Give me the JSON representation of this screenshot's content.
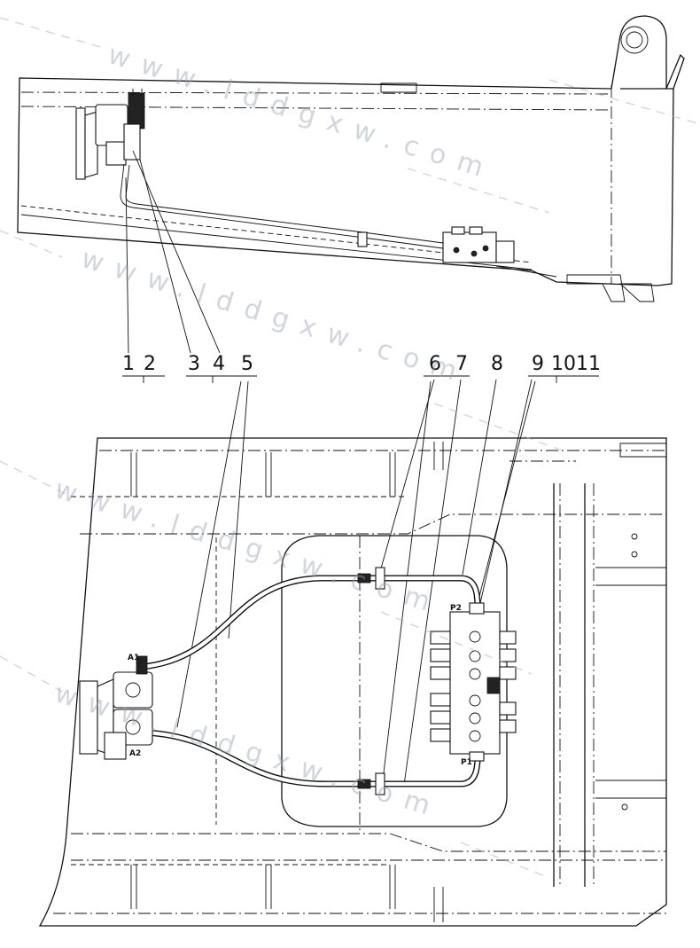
{
  "callouts": [
    "1",
    "2",
    "3",
    "4",
    "5",
    "6",
    "7",
    "8",
    "9",
    "10",
    "11"
  ],
  "ports": {
    "a1": "A1",
    "a2": "A2",
    "p1": "P1",
    "p2": "P2"
  },
  "watermark": "www.lddgxw.com"
}
